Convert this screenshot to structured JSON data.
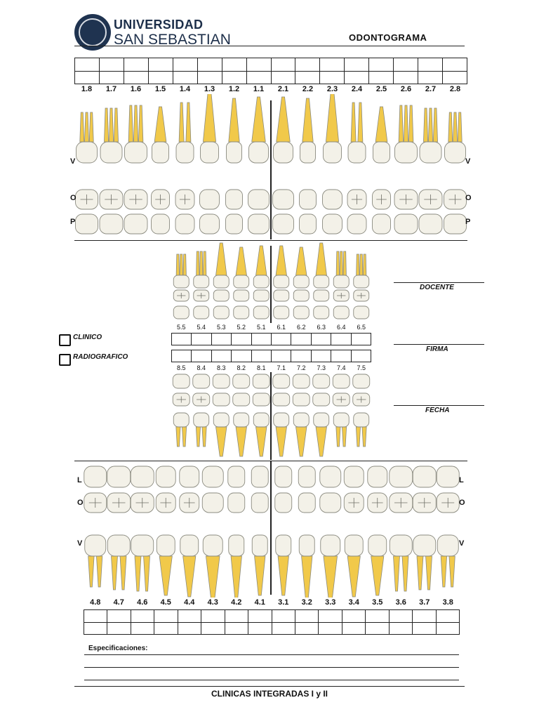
{
  "header": {
    "logo_line1": "UNIVERSIDAD",
    "logo_line2": "SAN SEBASTIAN",
    "title": "ODONTOGRAMA"
  },
  "upper_teeth": [
    "1.8",
    "1.7",
    "1.6",
    "1.5",
    "1.4",
    "1.3",
    "1.2",
    "1.1",
    "2.1",
    "2.2",
    "2.3",
    "2.4",
    "2.5",
    "2.6",
    "2.7",
    "2.8"
  ],
  "lower_teeth": [
    "4.8",
    "4.7",
    "4.6",
    "4.5",
    "4.4",
    "4.3",
    "4.2",
    "4.1",
    "3.1",
    "3.2",
    "3.3",
    "3.4",
    "3.5",
    "3.6",
    "3.7",
    "3.8"
  ],
  "primary_upper": [
    "5.5",
    "5.4",
    "5.3",
    "5.2",
    "5.1",
    "6.1",
    "6.2",
    "6.3",
    "6.4",
    "6.5"
  ],
  "primary_lower": [
    "8.5",
    "8.4",
    "8.3",
    "8.2",
    "8.1",
    "7.1",
    "7.2",
    "7.3",
    "7.4",
    "7.5"
  ],
  "side_labels": {
    "upper": [
      "V",
      "O",
      "P"
    ],
    "lower": [
      "L",
      "O",
      "V"
    ]
  },
  "checkboxes": [
    "CLINICO",
    "RADIOGRAFICO"
  ],
  "signature_fields": [
    "DOCENTE",
    "FIRMA",
    "FECHA"
  ],
  "specifications_label": "Especificaciones:",
  "footer": "CLINICAS INTEGRADAS I y II",
  "colors": {
    "root": "#f1c94a",
    "crown": "#f3f1e8",
    "outline": "#8b8b80",
    "brand": "#1d2f4a"
  }
}
